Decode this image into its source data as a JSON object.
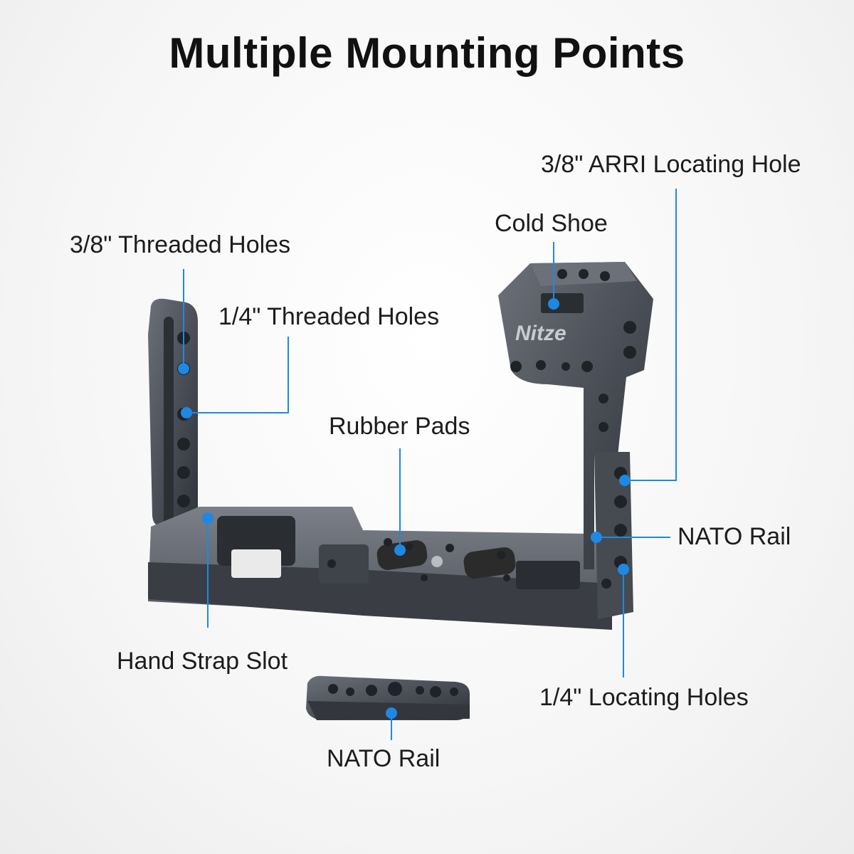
{
  "title": "Multiple Mounting Points",
  "brand": "Nitze",
  "colors": {
    "accent": "#1e88e5",
    "metal": "#4b5058",
    "text": "#1c1c1c"
  },
  "labels": {
    "arri_locating_hole": "3/8\" ARRI Locating Hole",
    "cold_shoe": "Cold Shoe",
    "threaded_38": "3/8\" Threaded Holes",
    "threaded_14": "1/4\" Threaded Holes",
    "rubber_pads": "Rubber Pads",
    "nato_rail_right": "NATO Rail",
    "hand_strap_slot": "Hand Strap Slot",
    "locating_14": "1/4\" Locating Holes",
    "nato_rail_bottom": "NATO Rail"
  }
}
